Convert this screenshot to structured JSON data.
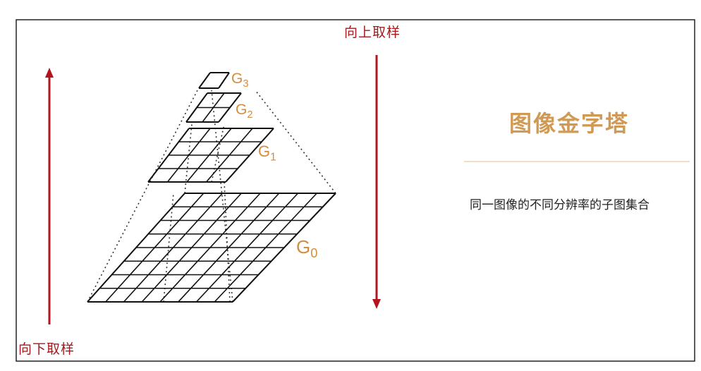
{
  "labels": {
    "upsample": "向上取样",
    "downsample": "向下取样",
    "title": "图像金字塔",
    "subtitle": "同一图像的不同分辨率的子图集合"
  },
  "levels": [
    {
      "name": "G",
      "sub": "0",
      "grid": 8
    },
    {
      "name": "G",
      "sub": "1",
      "grid": 4
    },
    {
      "name": "G",
      "sub": "2",
      "grid": 2
    },
    {
      "name": "G",
      "sub": "3",
      "grid": 1
    }
  ],
  "colors": {
    "arrow": "#b0161f",
    "label_text": "#a3191c",
    "level_label": "#d38d3f",
    "title": "#d09a54",
    "grid": "#111111"
  }
}
